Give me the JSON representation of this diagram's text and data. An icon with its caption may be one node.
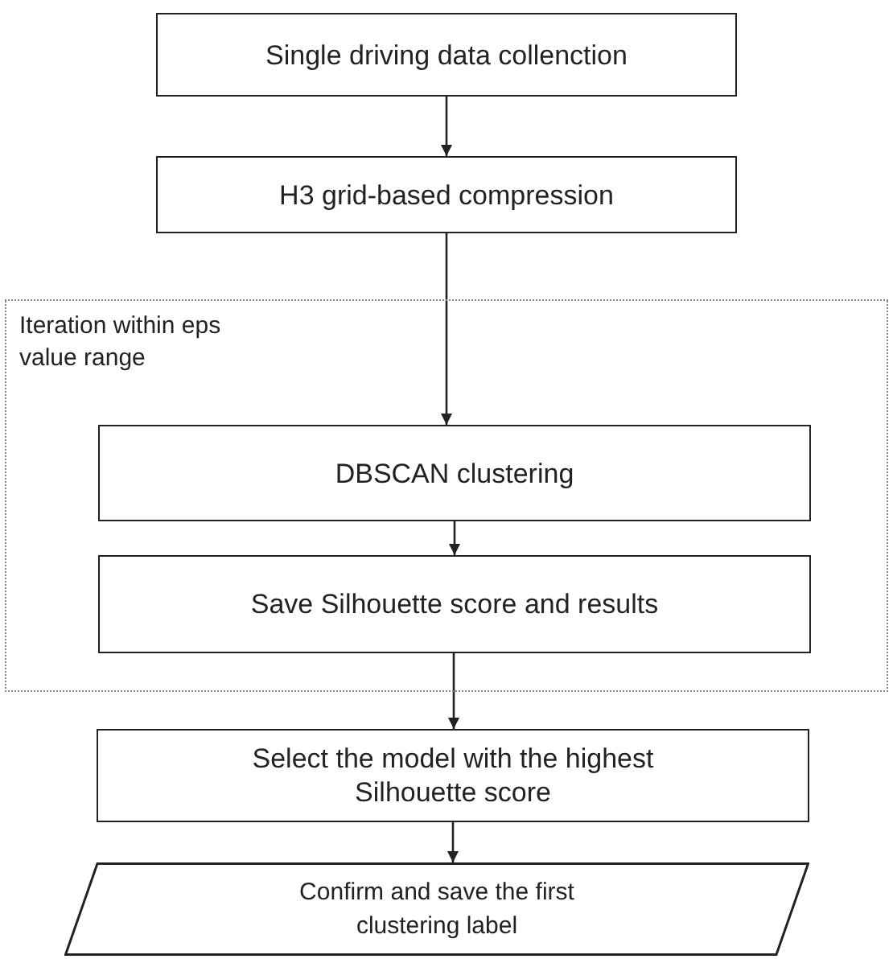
{
  "diagram": {
    "nodes": [
      {
        "text": [
          "Single driving data collenction"
        ]
      },
      {
        "text": [
          "H3 grid-based compression"
        ]
      },
      {
        "text": [
          "Iteration within eps value range"
        ]
      },
      {
        "text": [
          "DBSCAN clustering"
        ],
        "in": 2
      },
      {
        "text": [
          "Save Silhouette score and results"
        ],
        "in": 2
      },
      {
        "text": [
          "Select the model with the highest Silhouette score"
        ]
      },
      {
        "text": [
          "Confirm and save the first clustering label"
        ]
      }
    ],
    "edges": [
      {
        "from": 0,
        "to": 1,
        "arrow": "to"
      },
      {
        "from": 1,
        "to": 3,
        "arrow": "to"
      },
      {
        "from": 3,
        "to": 4,
        "arrow": "to"
      },
      {
        "from": 4,
        "to": 5,
        "arrow": "to"
      },
      {
        "from": 5,
        "to": 6,
        "arrow": "to"
      }
    ]
  }
}
